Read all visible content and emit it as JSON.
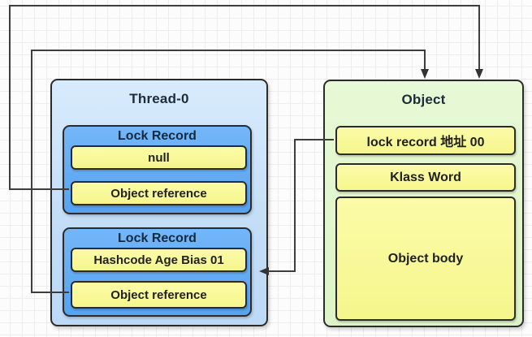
{
  "thread": {
    "title": "Thread-0",
    "lock_records": [
      {
        "title": "Lock Record",
        "fields": [
          {
            "label": "null"
          },
          {
            "label": "Object reference"
          }
        ]
      },
      {
        "title": "Lock Record",
        "fields": [
          {
            "label": "Hashcode Age Bias 01"
          },
          {
            "label": "Object reference"
          }
        ]
      }
    ]
  },
  "object": {
    "title": "Object",
    "fields": [
      {
        "label": "lock record 地址 00"
      },
      {
        "label": "Klass Word"
      },
      {
        "label": "Object body"
      }
    ]
  },
  "arrows": [
    {
      "name": "object-reference-1-to-object"
    },
    {
      "name": "object-reference-2-to-object"
    },
    {
      "name": "lock-record-address-to-lock-record-2"
    }
  ],
  "colors": {
    "thread_fill": "#c9e2fa",
    "lock_record_fill": "#5ba7f3",
    "object_fill": "#e2f6cf",
    "field_fill": "#f9f993",
    "border": "#2b2b2b",
    "wire": "#3d3d3d",
    "grid_line": "#ededed",
    "background": "#fcfcfc"
  }
}
